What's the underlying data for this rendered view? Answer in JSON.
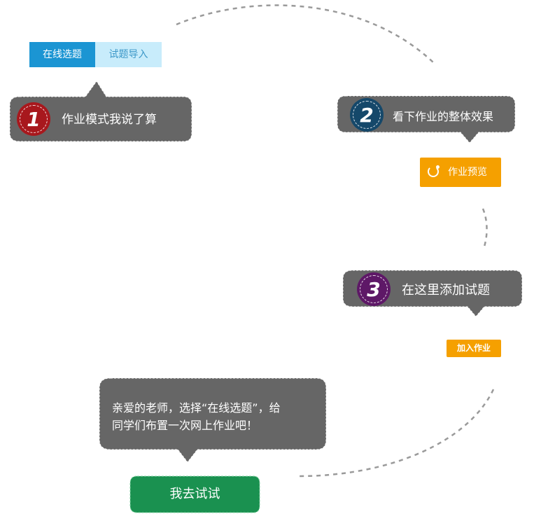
{
  "tabs": {
    "online_select": "在线选题",
    "import_questions": "试题导入"
  },
  "steps": [
    {
      "number": "1",
      "text": "作业模式我说了算",
      "badge_color": "#a8181d"
    },
    {
      "number": "2",
      "text": "看下作业的整体效果",
      "badge_color": "#15486a"
    },
    {
      "number": "3",
      "text": "在这里添加试题",
      "badge_color": "#5e1867"
    }
  ],
  "buttons": {
    "preview": "作业预览",
    "add_homework": "加入作业",
    "try_it": "我去试试"
  },
  "message": {
    "line1": "亲爱的老师，选择“在线选题”，给",
    "line2": "同学们布置一次网上作业吧！"
  },
  "colors": {
    "bubble": "#666666",
    "tab_active": "#1b95d3",
    "tab_idle": "#c8ecfb",
    "orange": "#f5a000",
    "green": "#1a9150"
  },
  "icons": {
    "preview": "refresh-circle-icon"
  }
}
